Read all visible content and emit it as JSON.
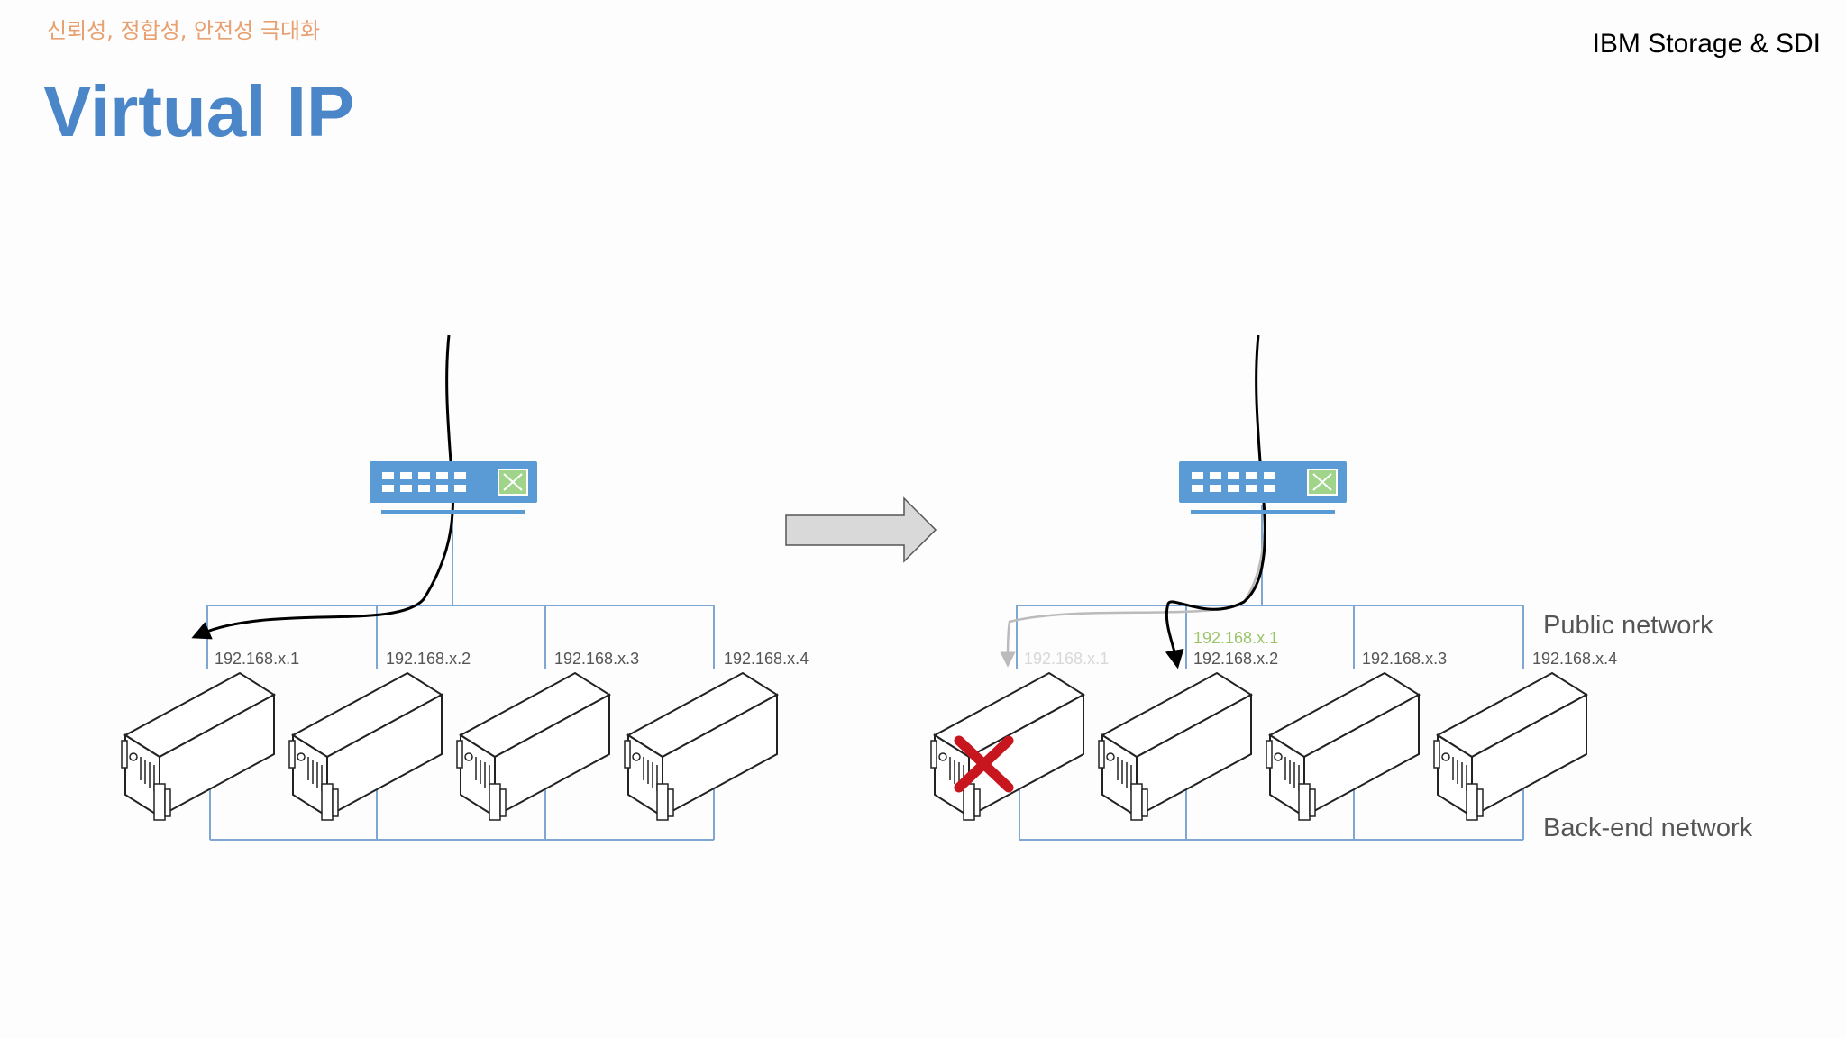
{
  "header": {
    "subtitle": "신뢰성, 정합성, 안전성 극대화",
    "title": "Virtual IP",
    "brand": "IBM Storage & SDI"
  },
  "icons": [
    "network-switch-icon",
    "rack-server-icon",
    "failure-x-icon",
    "transition-arrow-icon"
  ],
  "colors": {
    "title": "#4a86c8",
    "subtitle": "#e8a070",
    "network_line": "#7fa7d4",
    "switch": "#5b9bd5",
    "failure_x": "#c8161e",
    "virtual_ip": "#9bc46a",
    "arrow_fill": "#d9d9d9"
  },
  "diagram_before": {
    "servers": [
      {
        "ip": "192.168.x.1"
      },
      {
        "ip": "192.168.x.2"
      },
      {
        "ip": "192.168.x.3"
      },
      {
        "ip": "192.168.x.4"
      }
    ]
  },
  "diagram_after": {
    "virtual_ip": "192.168.x.1",
    "failed_ip": "192.168.x.1",
    "servers": [
      {
        "ip": "192.168.x.2"
      },
      {
        "ip": "192.168.x.3"
      },
      {
        "ip": "192.168.x.4"
      }
    ],
    "public_network_label": "Public network",
    "backend_network_label": "Back-end network"
  }
}
